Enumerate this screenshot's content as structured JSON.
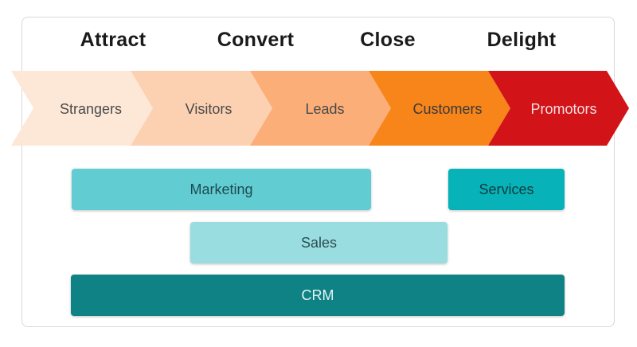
{
  "stages": [
    "Attract",
    "Convert",
    "Close",
    "Delight"
  ],
  "funnel": [
    {
      "label": "Strangers",
      "color": "#fde8d8",
      "text_color": "#4a4a4a"
    },
    {
      "label": "Visitors",
      "color": "#fcd1b2",
      "text_color": "#4a4a4a"
    },
    {
      "label": "Leads",
      "color": "#fbae78",
      "text_color": "#4a4a4a"
    },
    {
      "label": "Customers",
      "color": "#f7851a",
      "text_color": "#3a3a3a"
    },
    {
      "label": "Promotors",
      "color": "#d21317",
      "text_color": "#f5e0e0"
    }
  ],
  "teams": {
    "marketing": {
      "label": "Marketing",
      "color": "#62ccd3"
    },
    "services": {
      "label": "Services",
      "color": "#07b3b9"
    },
    "sales": {
      "label": "Sales",
      "color": "#99dde1"
    },
    "crm": {
      "label": "CRM",
      "color": "#0e8284"
    }
  }
}
